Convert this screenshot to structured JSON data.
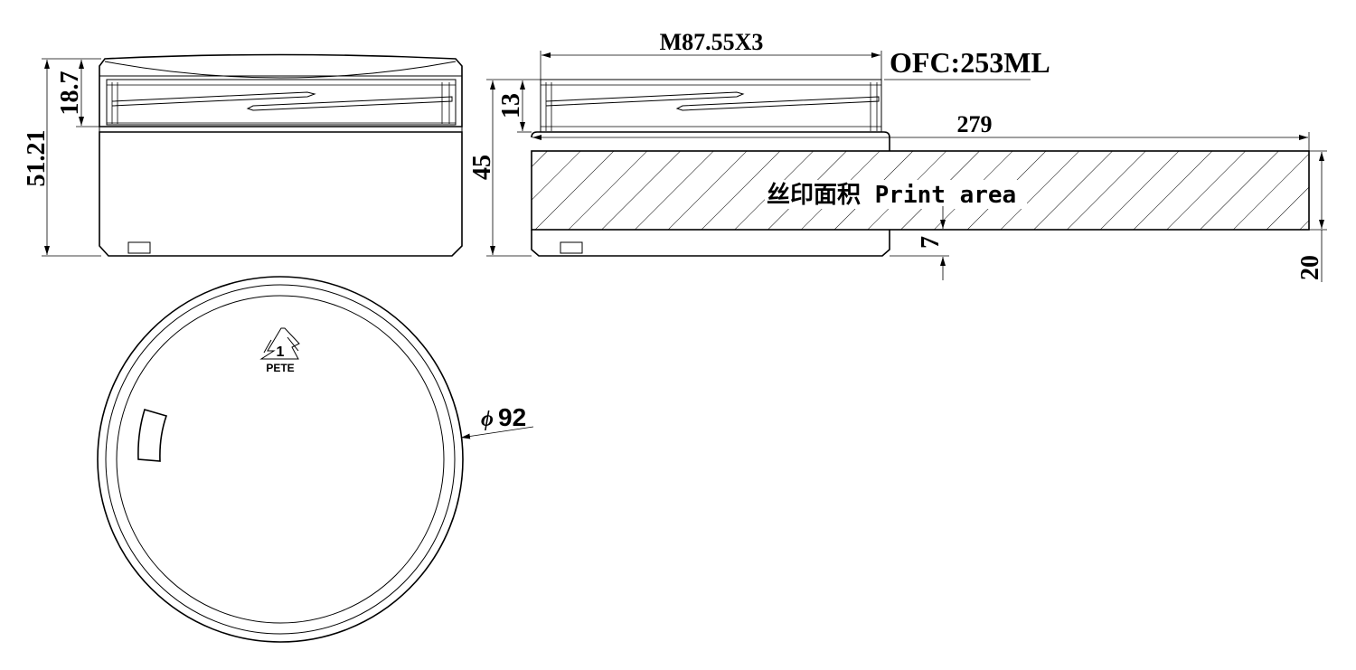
{
  "dims": {
    "height_total": "51.21",
    "cap_height": "18.7",
    "body_height": "45",
    "thread_height": "13",
    "thread_spec": "M87.55X3",
    "capacity": "OFC:253ML",
    "print_width": "279",
    "print_offset": "7",
    "print_height": "20",
    "diameter": "92",
    "diameter_symbol": "ϕ"
  },
  "print_area_label": "丝印面积 Print area",
  "recycle": {
    "code": "1",
    "material": "PETE"
  },
  "colors": {
    "line": "#000000",
    "background": "#ffffff"
  }
}
